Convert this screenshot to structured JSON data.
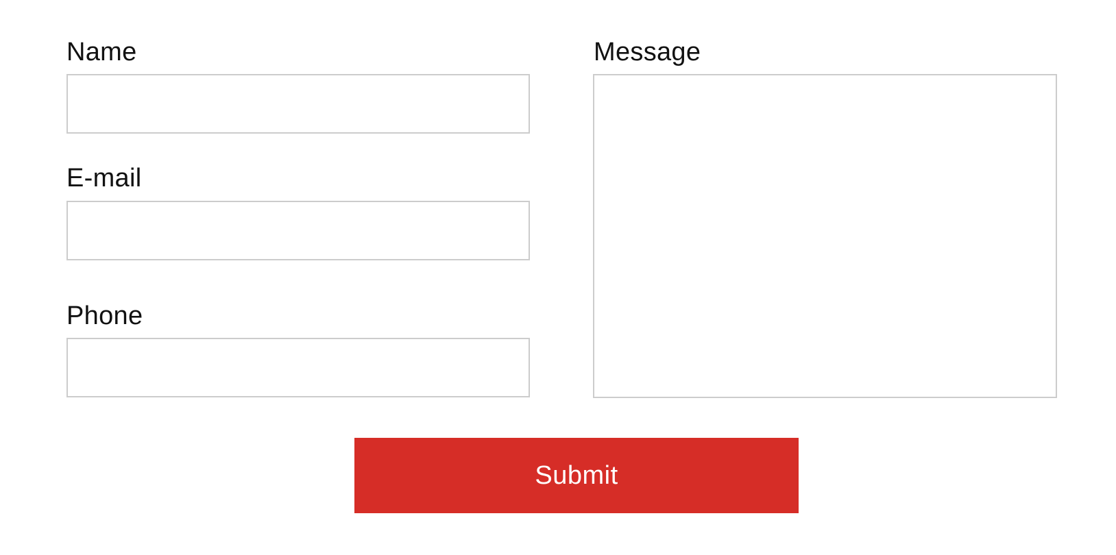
{
  "form": {
    "name_label": "Name",
    "name_value": "",
    "email_label": "E-mail",
    "email_value": "",
    "phone_label": "Phone",
    "phone_value": "",
    "message_label": "Message",
    "message_value": "",
    "submit_label": "Submit"
  },
  "colors": {
    "accent": "#d62d27",
    "field_border": "#cccccc",
    "text": "#111111",
    "background": "#ffffff"
  }
}
